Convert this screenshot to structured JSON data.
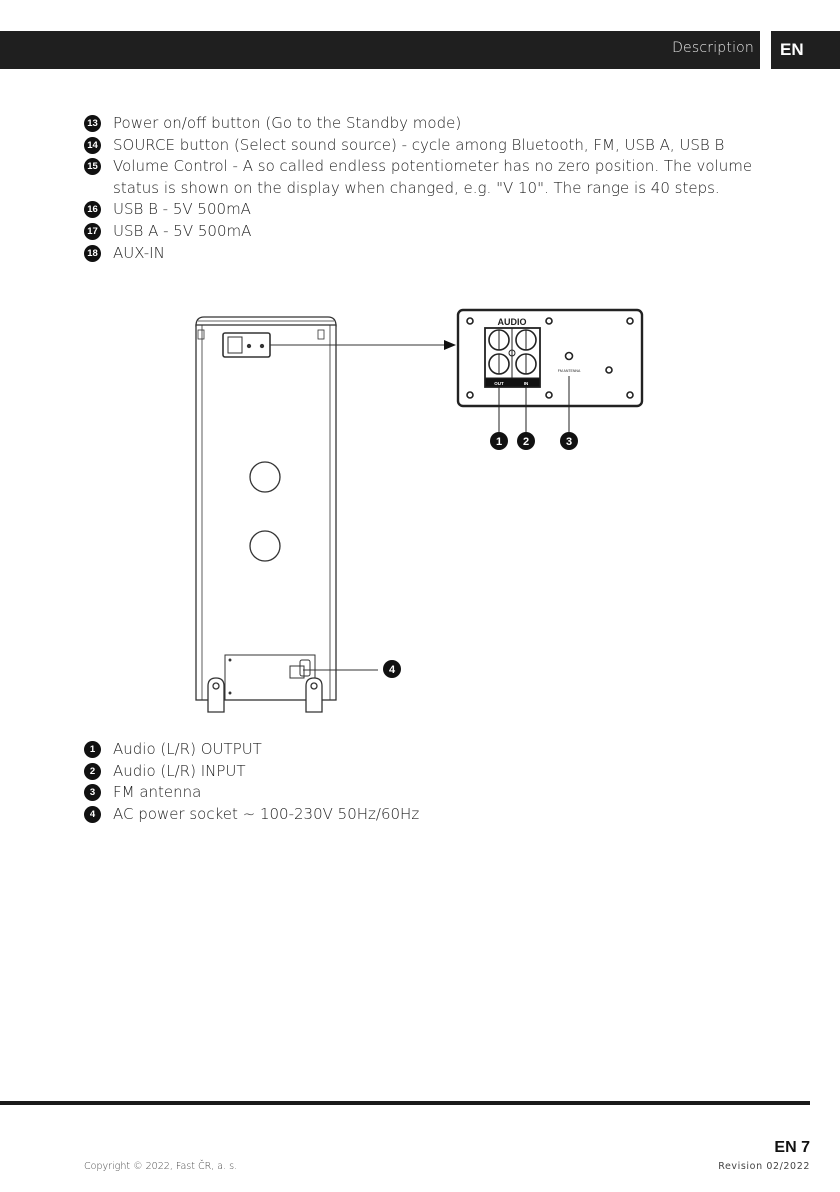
{
  "header": {
    "title": "Description",
    "lang": "EN"
  },
  "controls_list": [
    {
      "num": "13",
      "text": "Power on/off button (Go to the Standby mode)"
    },
    {
      "num": "14",
      "text": "SOURCE button (Select sound source) - cycle among Bluetooth, FM, USB A, USB B"
    },
    {
      "num": "15",
      "text": "Volume Control - A so called endless potentiometer has no zero position. The volume status is shown on the display when changed, e.g. \"V 10\". The range is 40 steps."
    },
    {
      "num": "16",
      "text": "USB B - 5V 500mA"
    },
    {
      "num": "17",
      "text": "USB A - 5V 500mA"
    },
    {
      "num": "18",
      "text": "AUX-IN"
    }
  ],
  "diagram": {
    "audio_label": "AUDIO",
    "out_label": "OUT",
    "in_label": "IN",
    "antenna_label": "FM ANTENNA",
    "callouts": [
      "1",
      "2",
      "3",
      "4"
    ]
  },
  "connectors_list": [
    {
      "num": "1",
      "text": "Audio (L/R) OUTPUT"
    },
    {
      "num": "2",
      "text": "Audio (L/R) INPUT"
    },
    {
      "num": "3",
      "text": "FM antenna"
    },
    {
      "num": "4",
      "text": "AC power socket ~ 100-230V 50Hz/60Hz"
    }
  ],
  "footer": {
    "page": "EN 7",
    "copyright": "Copyright © 2022, Fast ČR, a. s.",
    "revision": "Revision 02/2022"
  }
}
